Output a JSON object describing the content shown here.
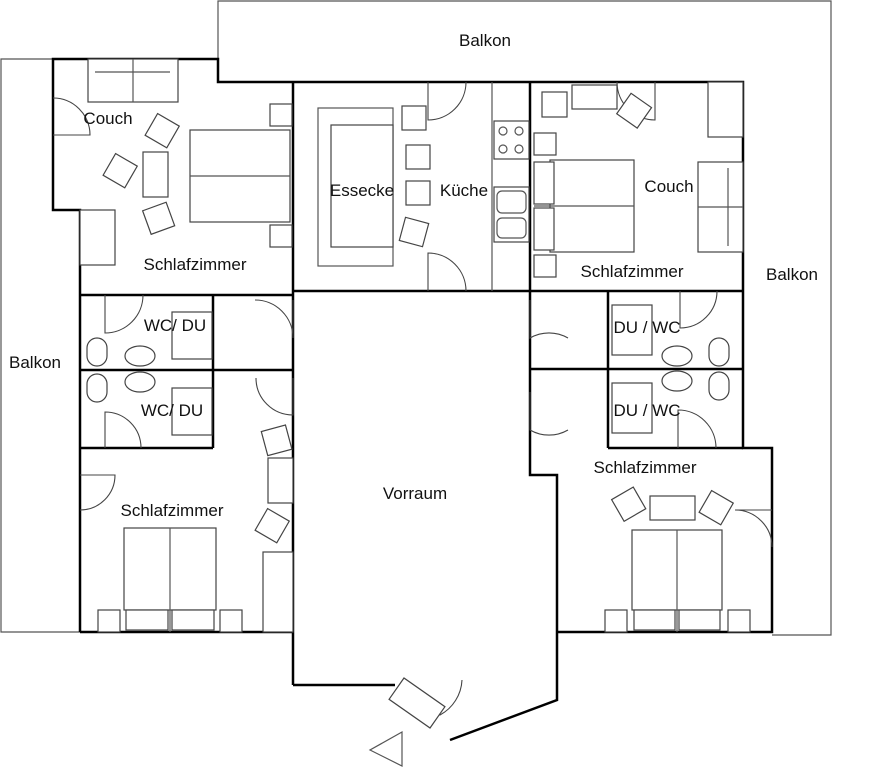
{
  "plan": {
    "rooms": {
      "balcony_top": "Balkon",
      "balcony_left": "Balkon",
      "balcony_right": "Balkon",
      "couch_top_left": "Couch",
      "bedroom_top_left": "Schlafzimmer",
      "dining": "Essecke",
      "kitchen": "Küche",
      "couch_top_right": "Couch",
      "bedroom_top_right": "Schlafzimmer",
      "bath_left_1": "WC/ DU",
      "bath_left_2": "WC/ DU",
      "bath_right_1": "DU / WC",
      "bath_right_2": "DU / WC",
      "bedroom_bottom_right": "Schlafzimmer",
      "bedroom_bottom_left": "Schlafzimmer",
      "hallway": "Vorraum"
    },
    "icons": [
      "door-icon",
      "bed-icon",
      "chair-icon",
      "couch-icon",
      "stove-icon",
      "sink-icon",
      "toilet-icon",
      "shower-icon",
      "entrance-arrow-icon"
    ]
  }
}
